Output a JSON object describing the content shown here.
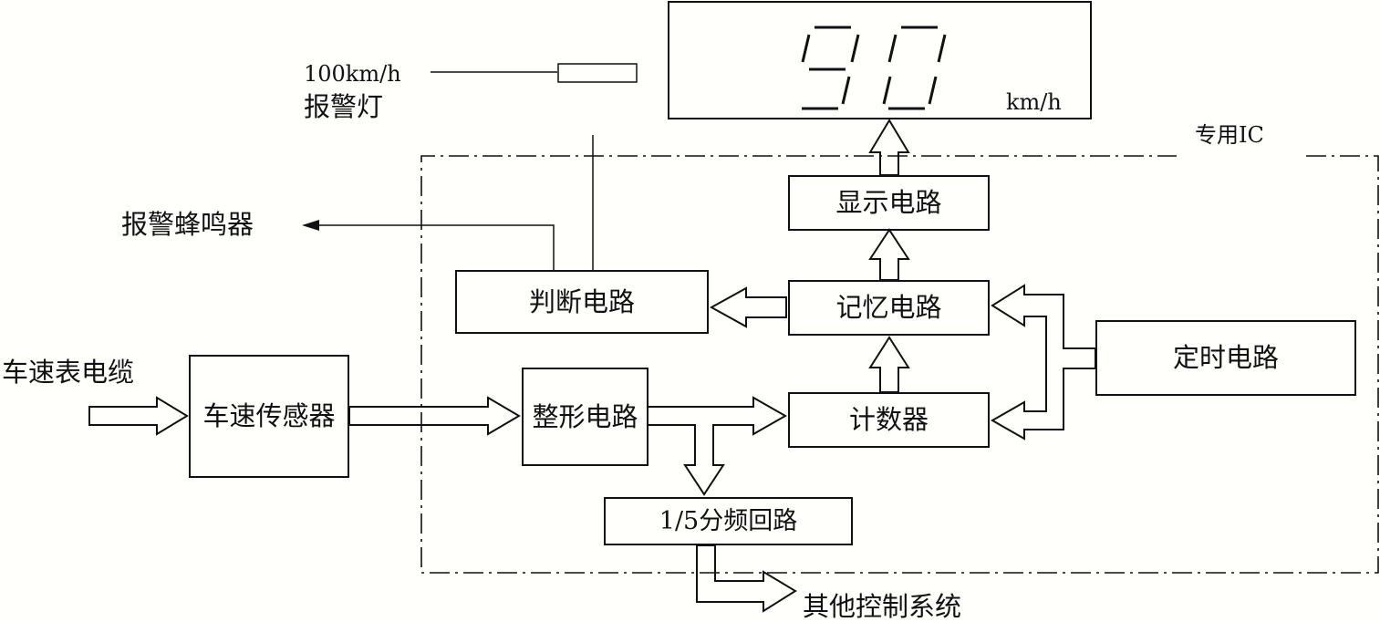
{
  "display": {
    "reading": "90",
    "unit": "km/h"
  },
  "alarm_lamp": {
    "speed": "100km/h",
    "name": "报警灯"
  },
  "buzzer": "报警蜂鸣器",
  "ic_label": "专用IC",
  "input_label": "车速表电缆",
  "blocks": {
    "sensor": "车速传感器",
    "shaping": "整形电路",
    "counter": "计数器",
    "memory": "记忆电路",
    "display": "显示电路",
    "judge": "判断电路",
    "timer": "定时电路",
    "divider": "1/5分频回路"
  },
  "output_label": "其他控制系统"
}
